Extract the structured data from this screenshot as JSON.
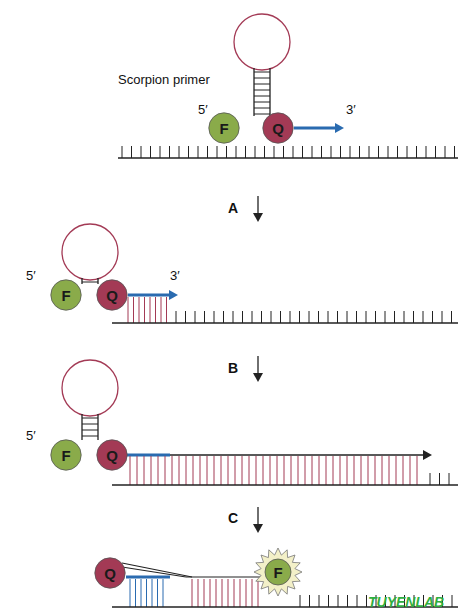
{
  "diagram": {
    "nodes": [
      {
        "text": [
          "F"
        ]
      },
      {
        "text": [
          "Q"
        ]
      },
      {
        "text": [
          "F"
        ]
      },
      {
        "text": [
          "Q"
        ]
      },
      {
        "text": [
          "F"
        ]
      },
      {
        "text": [
          "Q"
        ]
      },
      {
        "text": [
          "Q"
        ]
      },
      {
        "text": [
          "F"
        ]
      }
    ],
    "labels": [
      "Scorpion primer",
      "5′",
      "3′",
      "A",
      "5′",
      "3′",
      "B",
      "5′",
      "C",
      "TUYENLAB"
    ]
  }
}
